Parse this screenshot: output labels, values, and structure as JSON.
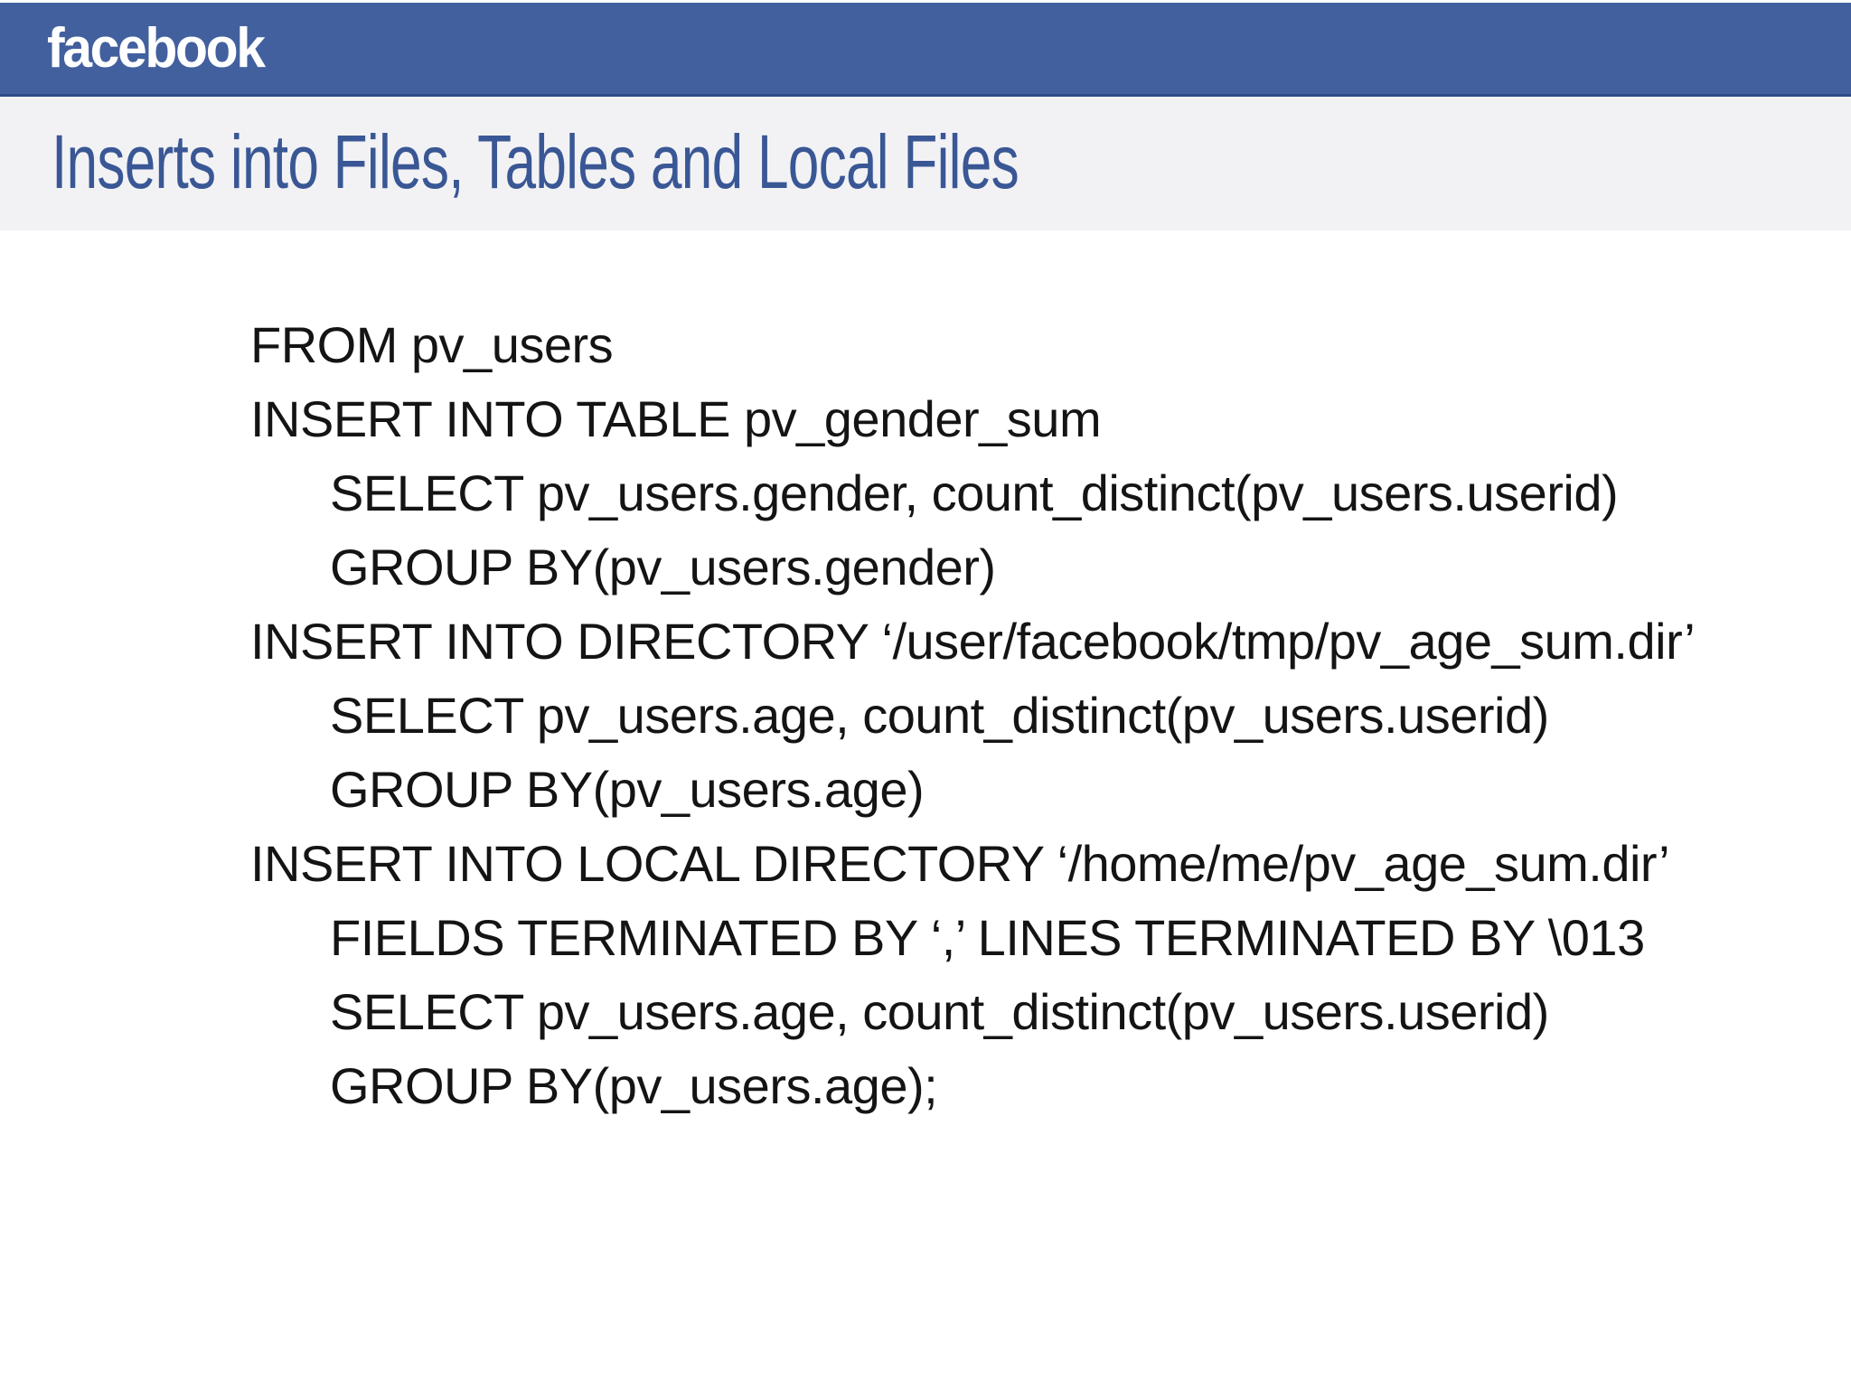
{
  "header": {
    "logo": "facebook"
  },
  "title": {
    "text": "Inserts into Files, Tables and Local Files"
  },
  "code": {
    "lines": [
      {
        "indent": 0,
        "text": "FROM pv_users"
      },
      {
        "indent": 0,
        "text": "INSERT INTO TABLE pv_gender_sum"
      },
      {
        "indent": 1,
        "text": "SELECT pv_users.gender, count_distinct(pv_users.userid)"
      },
      {
        "indent": 1,
        "text": "GROUP BY(pv_users.gender)"
      },
      {
        "indent": 0,
        "text": "INSERT INTO DIRECTORY ‘/user/facebook/tmp/pv_age_sum.dir’"
      },
      {
        "indent": 1,
        "text": "SELECT pv_users.age, count_distinct(pv_users.userid)"
      },
      {
        "indent": 1,
        "text": "GROUP BY(pv_users.age)"
      },
      {
        "indent": 0,
        "text": "INSERT INTO LOCAL DIRECTORY ‘/home/me/pv_age_sum.dir’"
      },
      {
        "indent": 1,
        "text": "FIELDS TERMINATED BY ‘,’ LINES TERMINATED BY \\013"
      },
      {
        "indent": 1,
        "text": "SELECT pv_users.age, count_distinct(pv_users.userid)"
      },
      {
        "indent": 1,
        "text": "GROUP BY(pv_users.age);"
      }
    ]
  },
  "colors": {
    "header_bar": "#42609e",
    "header_bar_border": "#2c4b87",
    "title_band": "#f2f2f5",
    "title_text": "#3a5795",
    "logo_text": "#ffffff",
    "body_text": "#141414",
    "page_background": "#ffffff"
  }
}
